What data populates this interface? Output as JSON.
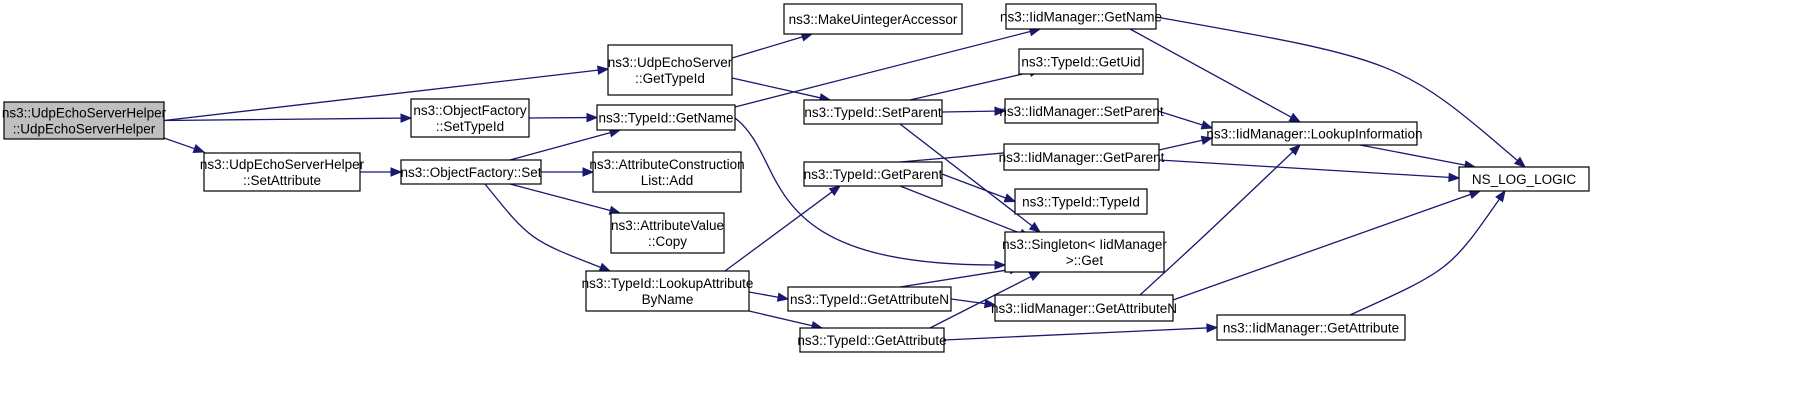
{
  "graph": {
    "edge_color": "#191970",
    "root_fill": "#bfbfbf",
    "nodes": {
      "root": [
        "ns3::UdpEchoServerHelper",
        "::UdpEchoServerHelper"
      ],
      "getTypeIdServer": [
        "ns3::UdpEchoServer",
        "::GetTypeId"
      ],
      "ofSetTypeId": [
        "ns3::ObjectFactory",
        "::SetTypeId"
      ],
      "helperSetAttr": [
        "ns3::UdpEchoServerHelper",
        "::SetAttribute"
      ],
      "makeUint": [
        "ns3::MakeUintegerAccessor"
      ],
      "tidGetName": [
        "ns3::TypeId::GetName"
      ],
      "ofSet": [
        "ns3::ObjectFactory::Set"
      ],
      "acAdd": [
        "ns3::AttributeConstruction",
        "List::Add"
      ],
      "avCopy": [
        "ns3::AttributeValue",
        "::Copy"
      ],
      "tidLookup": [
        "ns3::TypeId::LookupAttribute",
        "ByName"
      ],
      "tidSetParent": [
        "ns3::TypeId::SetParent"
      ],
      "tidGetParent": [
        "ns3::TypeId::GetParent"
      ],
      "tidGetAttrN": [
        "ns3::TypeId::GetAttributeN"
      ],
      "tidGetAttr": [
        "ns3::TypeId::GetAttribute"
      ],
      "iidGetName": [
        "ns3::IidManager::GetName"
      ],
      "tidGetUid": [
        "ns3::TypeId::GetUid"
      ],
      "iidSetParent": [
        "ns3::IidManager::SetParent"
      ],
      "iidGetParent": [
        "ns3::IidManager::GetParent"
      ],
      "tidTypeId": [
        "ns3::TypeId::TypeId"
      ],
      "singleton": [
        "ns3::Singleton< IidManager",
        ">::Get"
      ],
      "iidGetAttrN": [
        "ns3::IidManager::GetAttributeN"
      ],
      "iidGetAttr": [
        "ns3::IidManager::GetAttribute"
      ],
      "iidLookup": [
        "ns3::IidManager::LookupInformation"
      ],
      "nsLog": [
        "NS_LOG_LOGIC"
      ]
    }
  }
}
